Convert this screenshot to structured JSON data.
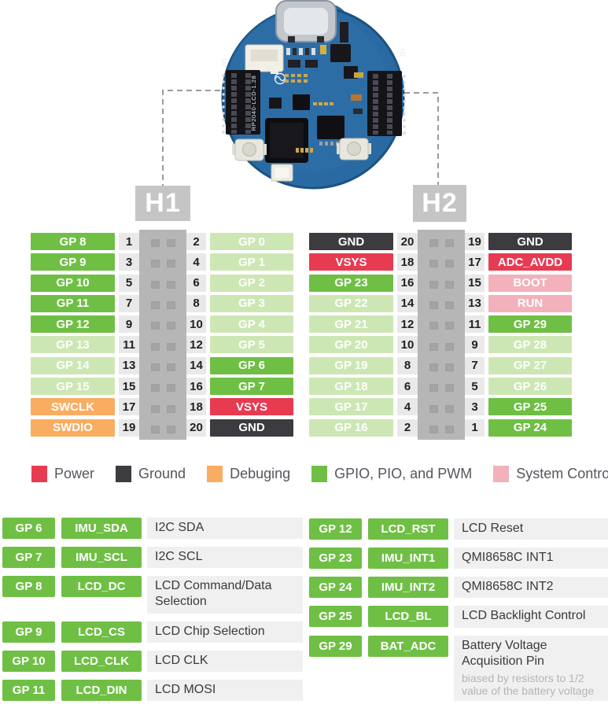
{
  "board": {
    "silkscreen_vertical_text": "RP2040-LCD-1.28",
    "silk_h1": "H1",
    "silk_h2": "H2"
  },
  "callouts": {
    "h1": "H1",
    "h2": "H2"
  },
  "pin_types": {
    "power": "#e73b52",
    "ground": "#3b3b40",
    "debug": "#f9ad60",
    "gpio": "#6fbf45",
    "gpio_dim": "#cde7b4",
    "system": "#f2b1bb"
  },
  "h1_rows": [
    {
      "left": {
        "label": "GP 8",
        "type": "gpio"
      },
      "pins": [
        "1",
        "2"
      ],
      "right": {
        "label": "GP 0",
        "type": "gpio_dim"
      }
    },
    {
      "left": {
        "label": "GP 9",
        "type": "gpio"
      },
      "pins": [
        "3",
        "4"
      ],
      "right": {
        "label": "GP 1",
        "type": "gpio_dim"
      }
    },
    {
      "left": {
        "label": "GP 10",
        "type": "gpio"
      },
      "pins": [
        "5",
        "6"
      ],
      "right": {
        "label": "GP 2",
        "type": "gpio_dim"
      }
    },
    {
      "left": {
        "label": "GP 11",
        "type": "gpio"
      },
      "pins": [
        "7",
        "8"
      ],
      "right": {
        "label": "GP 3",
        "type": "gpio_dim"
      }
    },
    {
      "left": {
        "label": "GP 12",
        "type": "gpio"
      },
      "pins": [
        "9",
        "10"
      ],
      "right": {
        "label": "GP 4",
        "type": "gpio_dim"
      }
    },
    {
      "left": {
        "label": "GP 13",
        "type": "gpio_dim"
      },
      "pins": [
        "11",
        "12"
      ],
      "right": {
        "label": "GP 5",
        "type": "gpio_dim"
      }
    },
    {
      "left": {
        "label": "GP 14",
        "type": "gpio_dim"
      },
      "pins": [
        "13",
        "14"
      ],
      "right": {
        "label": "GP 6",
        "type": "gpio"
      }
    },
    {
      "left": {
        "label": "GP 15",
        "type": "gpio_dim"
      },
      "pins": [
        "15",
        "16"
      ],
      "right": {
        "label": "GP 7",
        "type": "gpio"
      }
    },
    {
      "left": {
        "label": "SWCLK",
        "type": "debug"
      },
      "pins": [
        "17",
        "18"
      ],
      "right": {
        "label": "VSYS",
        "type": "power"
      }
    },
    {
      "left": {
        "label": "SWDIO",
        "type": "debug"
      },
      "pins": [
        "19",
        "20"
      ],
      "right": {
        "label": "GND",
        "type": "ground"
      }
    }
  ],
  "h2_rows": [
    {
      "left": {
        "label": "GND",
        "type": "ground"
      },
      "pins": [
        "20",
        "19"
      ],
      "right": {
        "label": "GND",
        "type": "ground"
      }
    },
    {
      "left": {
        "label": "VSYS",
        "type": "power"
      },
      "pins": [
        "18",
        "17"
      ],
      "right": {
        "label": "ADC_AVDD",
        "type": "power"
      }
    },
    {
      "left": {
        "label": "GP 23",
        "type": "gpio"
      },
      "pins": [
        "16",
        "15"
      ],
      "right": {
        "label": "BOOT",
        "type": "system"
      }
    },
    {
      "left": {
        "label": "GP 22",
        "type": "gpio_dim"
      },
      "pins": [
        "14",
        "13"
      ],
      "right": {
        "label": "RUN",
        "type": "system"
      }
    },
    {
      "left": {
        "label": "GP 21",
        "type": "gpio_dim"
      },
      "pins": [
        "12",
        "11"
      ],
      "right": {
        "label": "GP 29",
        "type": "gpio"
      }
    },
    {
      "left": {
        "label": "GP 20",
        "type": "gpio_dim"
      },
      "pins": [
        "10",
        "9"
      ],
      "right": {
        "label": "GP 28",
        "type": "gpio_dim"
      }
    },
    {
      "left": {
        "label": "GP 19",
        "type": "gpio_dim"
      },
      "pins": [
        "8",
        "7"
      ],
      "right": {
        "label": "GP 27",
        "type": "gpio_dim"
      }
    },
    {
      "left": {
        "label": "GP 18",
        "type": "gpio_dim"
      },
      "pins": [
        "6",
        "5"
      ],
      "right": {
        "label": "GP 26",
        "type": "gpio_dim"
      }
    },
    {
      "left": {
        "label": "GP 17",
        "type": "gpio_dim"
      },
      "pins": [
        "4",
        "3"
      ],
      "right": {
        "label": "GP 25",
        "type": "gpio"
      }
    },
    {
      "left": {
        "label": "GP 16",
        "type": "gpio_dim"
      },
      "pins": [
        "2",
        "1"
      ],
      "right": {
        "label": "GP 24",
        "type": "gpio"
      }
    }
  ],
  "legend": [
    {
      "label": "Power",
      "type": "power"
    },
    {
      "label": "Ground",
      "type": "ground"
    },
    {
      "label": "Debuging",
      "type": "debug"
    },
    {
      "label": "GPIO, PIO, and PWM",
      "type": "gpio"
    },
    {
      "label": "System Control",
      "type": "system"
    }
  ],
  "functions": {
    "left": [
      {
        "gp": "GP 6",
        "signal": "IMU_SDA",
        "desc": "I2C SDA"
      },
      {
        "gp": "GP 7",
        "signal": "IMU_SCL",
        "desc": "I2C SCL"
      },
      {
        "gp": "GP 8",
        "signal": "LCD_DC",
        "desc": "LCD Command/Data Selection"
      },
      {
        "gp": "GP 9",
        "signal": "LCD_CS",
        "desc": "LCD Chip Selection"
      },
      {
        "gp": "GP 10",
        "signal": "LCD_CLK",
        "desc": "LCD CLK"
      },
      {
        "gp": "GP 11",
        "signal": "LCD_DIN",
        "desc": "LCD MOSI"
      }
    ],
    "right": [
      {
        "gp": "GP 12",
        "signal": "LCD_RST",
        "desc": "LCD Reset"
      },
      {
        "gp": "GP 23",
        "signal": "IMU_INT1",
        "desc": "QMI8658C INT1"
      },
      {
        "gp": "GP 24",
        "signal": "IMU_INT2",
        "desc": "QMI8658C INT2"
      },
      {
        "gp": "GP 25",
        "signal": "LCD_BL",
        "desc": "LCD Backlight Control"
      },
      {
        "gp": "GP 29",
        "signal": "BAT_ADC",
        "desc": "Battery Voltage Acquisition Pin",
        "note": "biased by resistors to 1/2 value of the battery voltage"
      }
    ]
  }
}
